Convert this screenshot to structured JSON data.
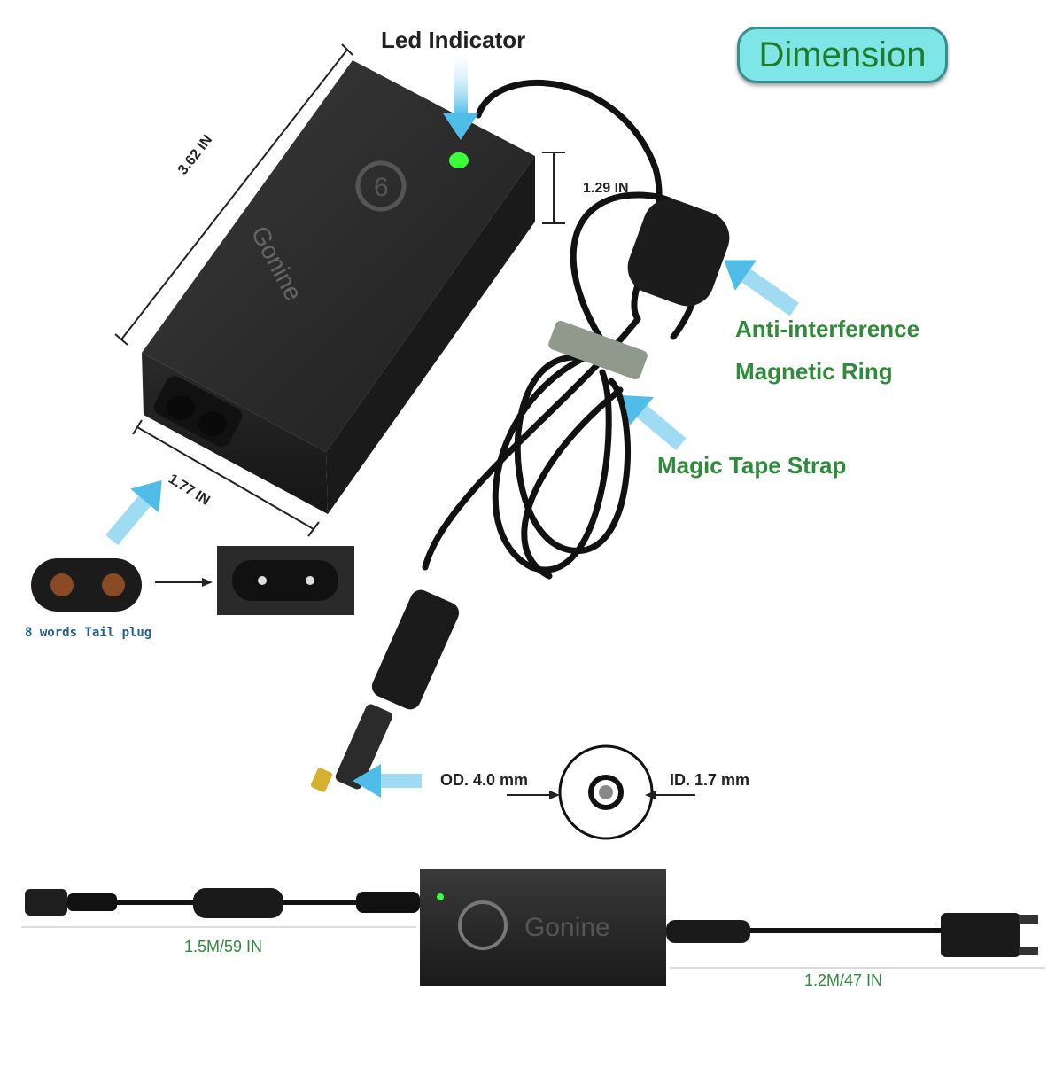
{
  "title_badge": "Dimension",
  "labels": {
    "led_indicator": "Led Indicator",
    "length": "3.62 IN",
    "height": "1.29 IN",
    "width": "1.77 IN",
    "magnetic_ring_line1": "Anti-interference",
    "magnetic_ring_line2": "Magnetic Ring",
    "tape_strap": "Magic Tape Strap",
    "tail_plug": "8 words Tail plug",
    "od": "OD. 4.0 mm",
    "id": "ID. 1.7 mm",
    "dc_cable_length": "1.5M/59 IN",
    "ac_cable_length": "1.2M/47 IN"
  },
  "brand": "Gonine",
  "colors": {
    "accent_green": "#2e8b3a",
    "arrow_blue": "#5cc6ee",
    "led_green": "#3cff3c",
    "badge_fill": "#7ee6e6"
  },
  "icons": [
    "led-light",
    "down-arrow",
    "up-arrow",
    "left-arrow",
    "right-arrow",
    "brand-logo",
    "figure-8-socket",
    "figure-8-plug",
    "barrel-plug",
    "us-plug",
    "ferrite-core"
  ]
}
